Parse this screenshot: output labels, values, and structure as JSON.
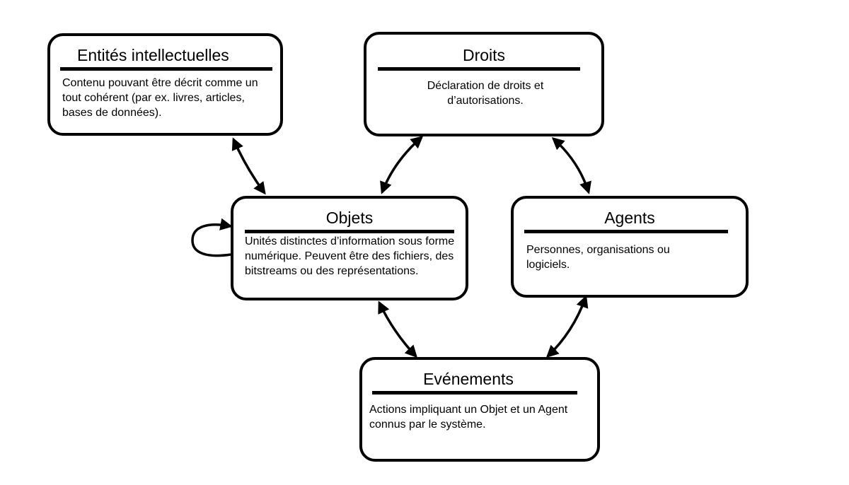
{
  "entities": {
    "entites_intellectuelles": {
      "title": "Entités intellectuelles",
      "description": "Contenu pouvant être décrit comme un tout cohérent (par ex. livres, articles, bases de données)."
    },
    "droits": {
      "title": "Droits",
      "description": "Déclaration de droits et d’autorisations."
    },
    "objets": {
      "title": "Objets",
      "description": "Unités distinctes d’information sous forme numérique. Peuvent être des fichiers, des bitstreams ou des représentations."
    },
    "agents": {
      "title": "Agents",
      "description": "Personnes, organisations ou logiciels."
    },
    "evenements": {
      "title": "Evénements",
      "description": "Actions impliquant un Objet et un Agent connus par le système."
    }
  },
  "relations": [
    [
      "Entités intellectuelles",
      "Objets"
    ],
    [
      "Objets",
      "Droits"
    ],
    [
      "Droits",
      "Agents"
    ],
    [
      "Objets",
      "Evénements"
    ],
    [
      "Agents",
      "Evénements"
    ],
    [
      "Objets",
      "Objets"
    ]
  ],
  "colors": {
    "stroke": "#000000",
    "background": "#ffffff"
  }
}
